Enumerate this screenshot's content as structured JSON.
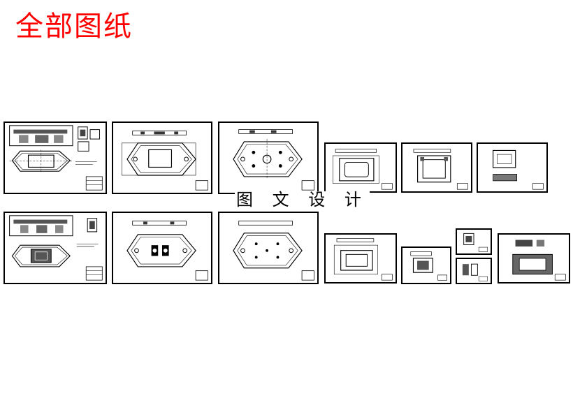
{
  "page": {
    "title": "全部图纸",
    "title_color": "#ff0000",
    "watermark": "图 文 设 计"
  },
  "drawings": {
    "row1": [
      {
        "type": "assembly"
      },
      {
        "type": "plate-slot"
      },
      {
        "type": "plate-holes"
      },
      {
        "type": "frame"
      },
      {
        "type": "frame-inner"
      },
      {
        "type": "part-small"
      }
    ],
    "row2": [
      {
        "type": "assembly-2"
      },
      {
        "type": "plate-cavity"
      },
      {
        "type": "plate-holes-2"
      },
      {
        "type": "frame-2"
      },
      {
        "type": "part-block"
      },
      {
        "type": "part-mini-top"
      },
      {
        "type": "part-mini-bottom"
      },
      {
        "type": "part-wide"
      }
    ]
  }
}
